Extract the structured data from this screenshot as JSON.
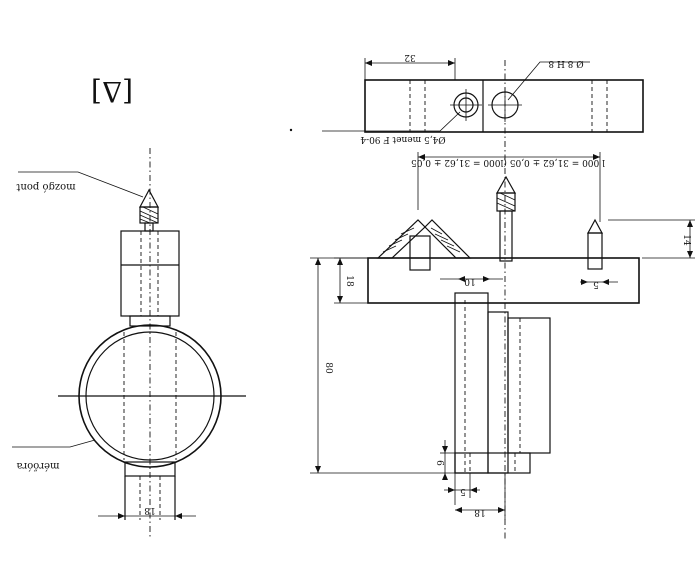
{
  "symbol": "[Δ]",
  "labels": {
    "pointed_stylus": "mozgó pont",
    "dial_gauge": "mérőóra",
    "thread_note": "Ø4,5 menet F 90-4",
    "hole_fit": "Ø 8 H 8",
    "formula_main": "l 000 = 31,62 ± 0,05 (l000 = 31,62 ± 0,05"
  },
  "dimensions": {
    "top_width": "32",
    "left_width": "18",
    "height_total": "80",
    "plate_thickness": "18",
    "pin_spacing": "10",
    "pin_width": "5",
    "pin_height": "14",
    "base_small": "6",
    "base_offset": "5",
    "base_width": "18"
  },
  "colors": {
    "ink": "#111111",
    "paper": "#ffffff",
    "shade": "#d9d9d9"
  }
}
